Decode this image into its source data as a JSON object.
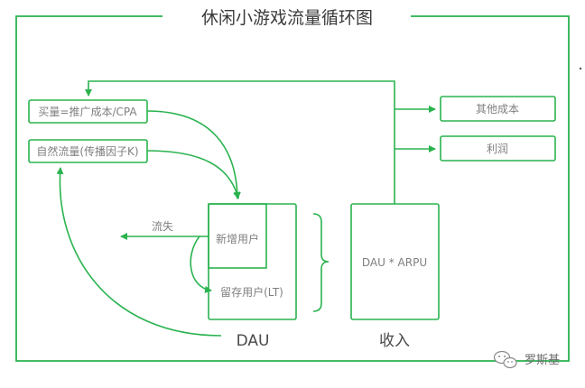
{
  "diagram": {
    "title": "休闲小游戏流量循环图",
    "colors": {
      "line": "#2ab34f",
      "box_text": "#7f7f7f",
      "big_text": "#4a4a4a",
      "title_text": "#3a3a3a",
      "watermark_text": "#6e6e6e"
    },
    "nodes": {
      "buy_traffic": "买量=推广成本/CPA",
      "natural_traffic": "自然流量(传播因子K)",
      "other_cost": "其他成本",
      "profit": "利润",
      "new_users": "新增用户",
      "retained_users": "留存用户(LT)",
      "revenue_formula": "DAU * ARPU"
    },
    "labels": {
      "churn": "流失",
      "dau": "DAU",
      "revenue": "收入"
    },
    "watermark": {
      "icon": "wechat-icon",
      "text": "罗斯基"
    }
  }
}
